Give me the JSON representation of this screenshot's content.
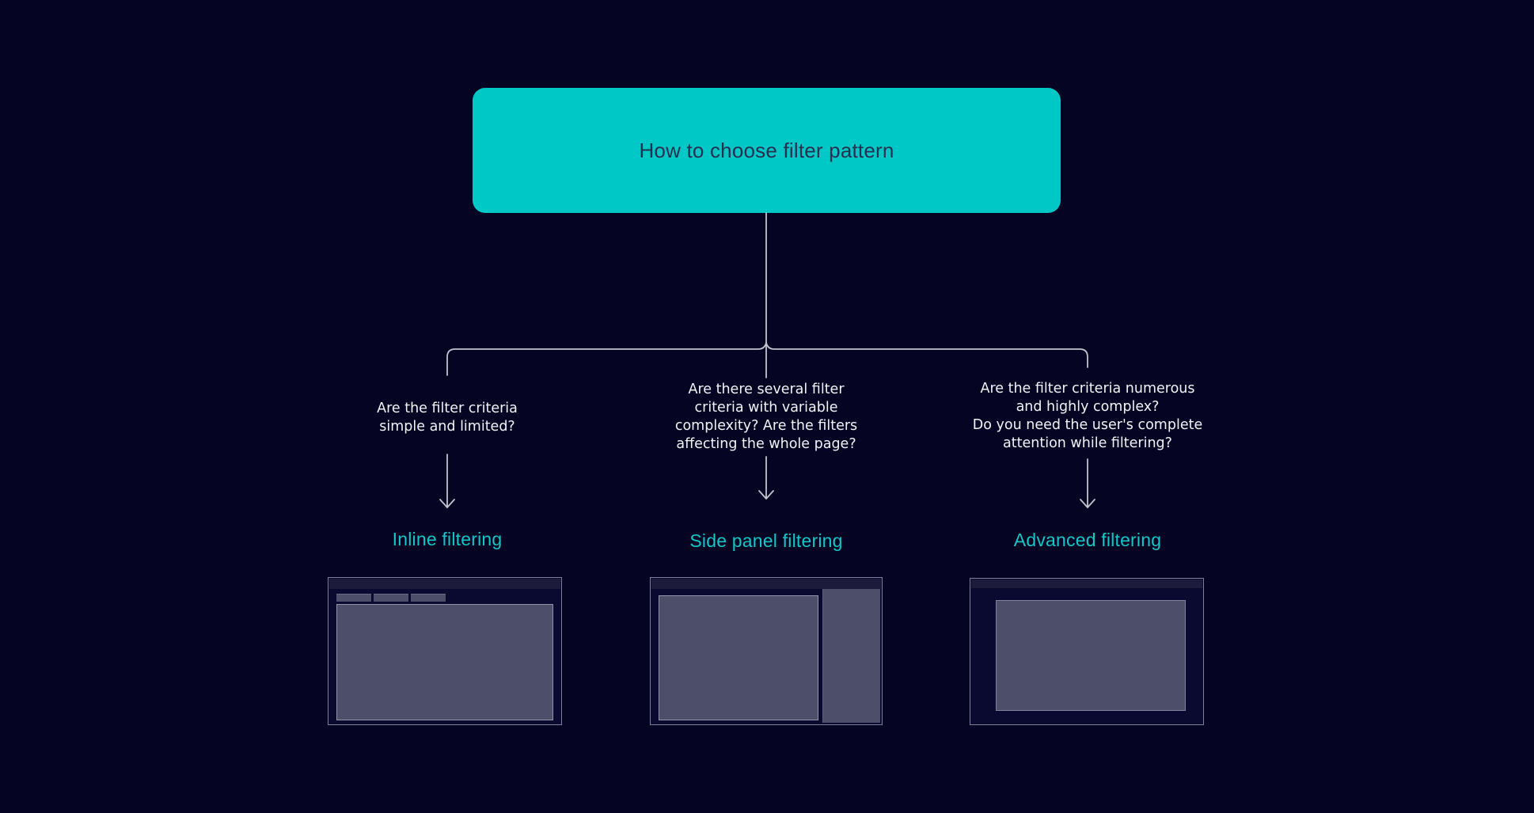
{
  "title_card": {
    "label": "How to choose filter pattern"
  },
  "branches": [
    {
      "question_lines": [
        "Are the filter criteria",
        "simple and limited?"
      ],
      "label": "Inline filtering",
      "preview": "browser window with inline filter chips above content area"
    },
    {
      "question_lines": [
        "Are there several filter",
        "criteria with variable",
        "complexity? Are the filters",
        "affecting the whole page?"
      ],
      "label": "Side panel filtering",
      "preview": "browser window with content area and right side filter panel"
    },
    {
      "question_lines": [
        "Are the filter criteria numerous",
        "and highly complex?",
        "Do you need the user's complete",
        "attention while filtering?"
      ],
      "label": "Advanced filtering",
      "preview": "browser window with centered modal dialog"
    }
  ],
  "colors": {
    "bg": "#050423",
    "cyan": "#00C8C6",
    "title_text": "#243050",
    "question_text": "#F2F3F6",
    "label_teal": "#12C7C5",
    "connector": "#C3C4CE",
    "wf_fill": "#4C4E6A",
    "wf_frame": "#0A0930",
    "wf_header": "#1C1B3B",
    "wf_border": "#7E8098",
    "wf_inner_border": "#9193A9"
  }
}
